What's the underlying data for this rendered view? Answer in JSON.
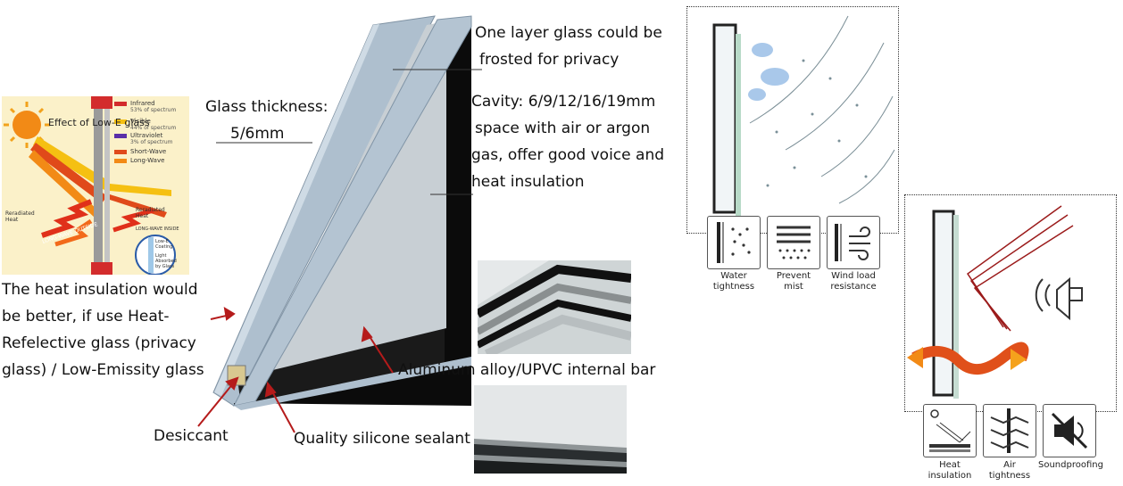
{
  "labels": {
    "glass_thickness_line1": "Glass thickness:",
    "glass_thickness_line2": "5/6mm",
    "frosted_line1": "One layer glass could be",
    "frosted_line2": "frosted for privacy",
    "cavity_line1": "Cavity: 6/9/12/16/19mm",
    "cavity_line2": "space with air or argon",
    "cavity_line3": "gas, offer good voice and",
    "cavity_line4": "heat insulation",
    "heat_line1": "The heat insulation would",
    "heat_line2": "be better, if use Heat-",
    "heat_line3": "Refelective glass (privacy",
    "heat_line4": "glass) / Low-Emissity glass",
    "aluminum_bar": "Aluminum alloy/UPVC internal bar",
    "desiccant": "Desiccant",
    "sealant": "Quality silicone sealant"
  },
  "lowe": {
    "title": "Effect of Low-E glass",
    "infrared": "Infrared",
    "infrared_sub": "53% of spectrum",
    "visible": "Visible",
    "visible_sub": "44% of spectrum",
    "ultraviolet": "Ultraviolet",
    "ultraviolet_sub": "3% of spectrum",
    "short_wave": "Short-Wave",
    "long_wave": "Long-Wave",
    "reradiated_left": "Reradiated Heat",
    "reradiated_right": "Reradiated Heat",
    "long_wave_outside": "LONG-WAVE OUTSIDE",
    "long_wave_inside": "LONG-WAVE INSIDE",
    "lowe_coating": "Low-E Coating",
    "light_absorbed": "Light Absorbed by Glass"
  },
  "features_top": [
    {
      "label": "Water tightness",
      "icon": "water-drops-icon"
    },
    {
      "label": "Prevent mist",
      "icon": "mist-icon"
    },
    {
      "label": "Wind load resistance",
      "icon": "wind-icon"
    }
  ],
  "features_right": [
    {
      "label": "Heat insulation",
      "icon": "heat-reflect-icon"
    },
    {
      "label": "Air tightness",
      "icon": "air-tight-icon"
    },
    {
      "label": "Soundproofing",
      "icon": "mute-icon"
    }
  ],
  "colors": {
    "glass": "#aebfce",
    "spacer": "#0b0b0b",
    "arrow": "#b51b1b",
    "cloud": "#a9c8ea"
  }
}
